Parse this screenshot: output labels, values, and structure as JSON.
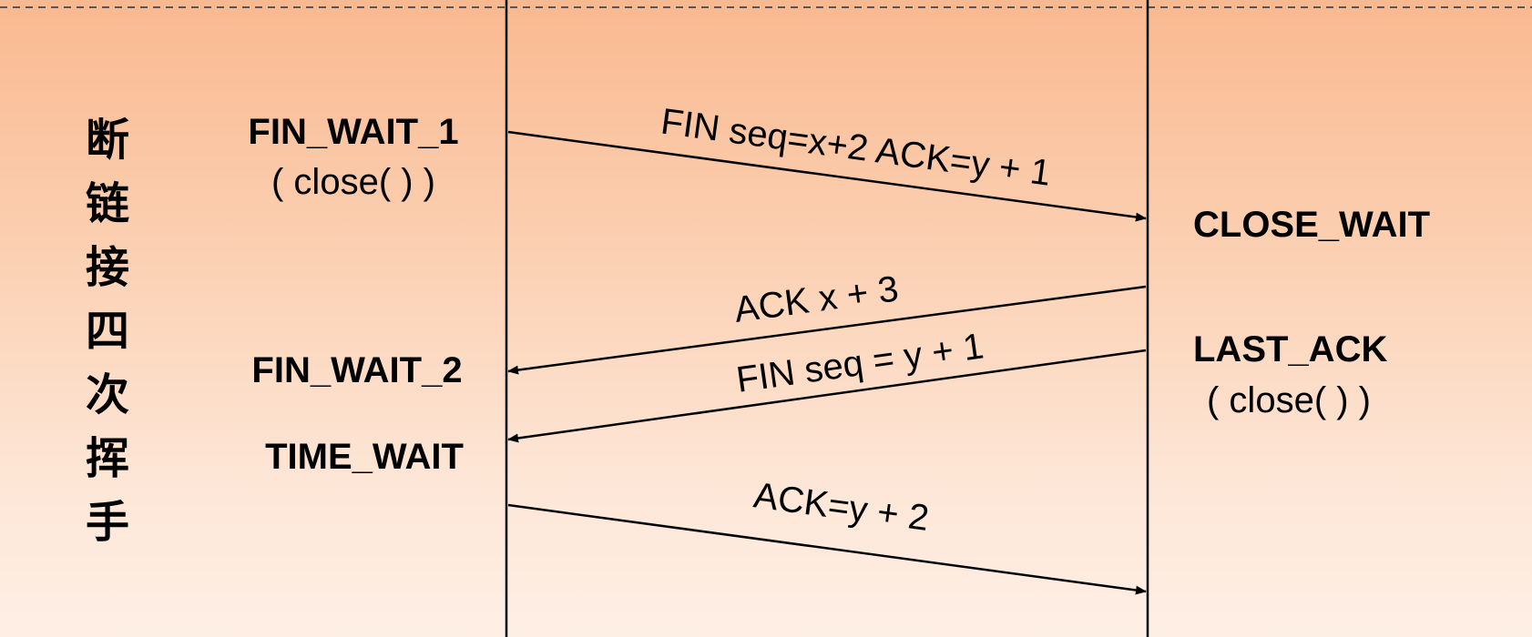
{
  "title": "断链接四次挥手",
  "client": {
    "states": [
      {
        "name": "FIN_WAIT_1",
        "note": "( close( ) )"
      },
      {
        "name": "FIN_WAIT_2",
        "note": ""
      },
      {
        "name": "TIME_WAIT",
        "note": ""
      }
    ]
  },
  "server": {
    "states": [
      {
        "name": "CLOSE_WAIT",
        "note": ""
      },
      {
        "name": "LAST_ACK",
        "note": "( close( ) )"
      }
    ]
  },
  "messages": [
    {
      "label": "FIN seq=x+2 ACK=y + 1",
      "direction": "client-to-server"
    },
    {
      "label": "ACK x + 3",
      "direction": "server-to-client"
    },
    {
      "label": "FIN seq = y + 1",
      "direction": "server-to-client"
    },
    {
      "label": "ACK=y + 2",
      "direction": "client-to-server"
    }
  ],
  "colors": {
    "background_top": "#f9b990",
    "background_bottom": "#feefe5",
    "line": "#000000"
  }
}
